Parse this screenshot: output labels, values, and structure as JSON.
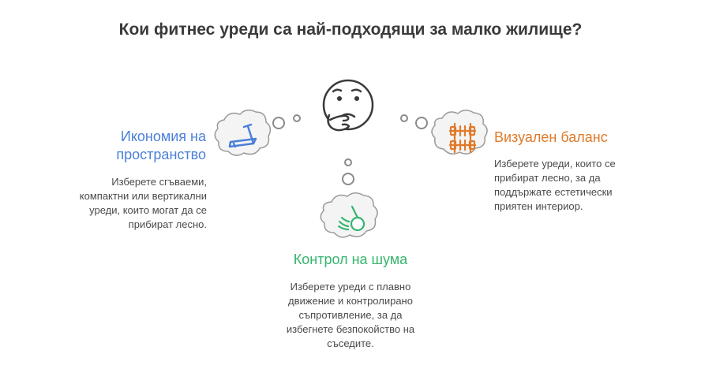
{
  "title": "Кои фитнес уреди са най-подходящи за малко жилище?",
  "left": {
    "heading_line1": "Икономия на",
    "heading_line2": "пространство",
    "desc_lines": [
      "Изберете сгъваеми,",
      "компактни или вертикални",
      "уреди, които могат да се",
      "прибират лесно."
    ],
    "icon": "treadmill-icon",
    "color": "#4a80d8"
  },
  "right": {
    "heading": "Визуален баланс",
    "desc_lines": [
      "Изберете уреди, които се",
      "прибират лесно, за да",
      "поддържате естетически",
      "приятен интериор."
    ],
    "icon": "barbell-rack-icon",
    "color": "#e07a2a"
  },
  "bottom": {
    "heading": "Контрол на шума",
    "desc_lines": [
      "Изберете уреди с плавно",
      "движение и контролирано",
      "съпротивление, за да",
      "избегнете безпокойство на",
      "съседите."
    ],
    "icon": "kettlebell-swing-icon",
    "color": "#34b56e"
  },
  "center": {
    "icon": "thinking-face-icon"
  }
}
